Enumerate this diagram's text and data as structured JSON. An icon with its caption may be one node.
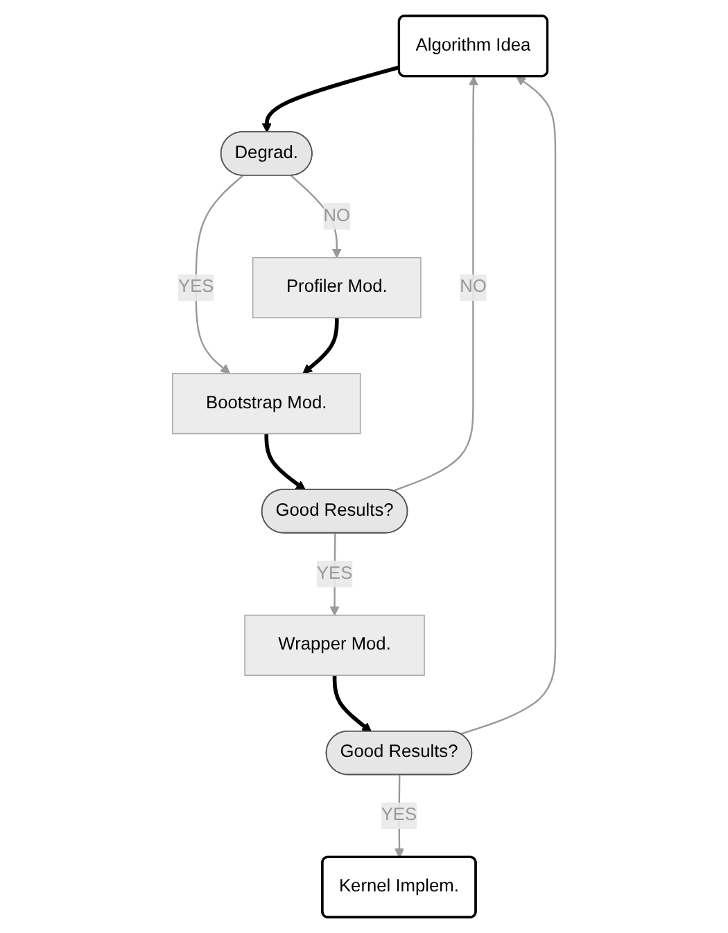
{
  "diagram": {
    "nodes": [
      {
        "text": [
          "Algorithm Idea"
        ]
      },
      {
        "text": [
          "Degrad."
        ]
      },
      {
        "text": [
          "Profiler Mod."
        ]
      },
      {
        "text": [
          "Bootstrap Mod."
        ]
      },
      {
        "text": [
          "Good Results?"
        ]
      },
      {
        "text": [
          "Wrapper Mod."
        ]
      },
      {
        "text": [
          "Good Results?"
        ]
      },
      {
        "text": [
          "Kernel Implem."
        ]
      }
    ],
    "edges": [
      {
        "from": 0,
        "to": 1,
        "arrow": "to",
        "style": "thick",
        "color": "#000000"
      },
      {
        "from": 1,
        "to": 2,
        "arrow": "to",
        "label": "NO"
      },
      {
        "from": 1,
        "to": 3,
        "arrow": "to",
        "label": "YES"
      },
      {
        "from": 2,
        "to": 3,
        "arrow": "to",
        "style": "thick",
        "color": "#000000"
      },
      {
        "from": 3,
        "to": 4,
        "arrow": "to",
        "style": "thick",
        "color": "#000000"
      },
      {
        "from": 4,
        "to": 5,
        "arrow": "to",
        "label": "YES"
      },
      {
        "from": 4,
        "to": 0,
        "arrow": "to",
        "label": "NO"
      },
      {
        "from": 5,
        "to": 6,
        "arrow": "to",
        "style": "thick",
        "color": "#000000"
      },
      {
        "from": 6,
        "to": 7,
        "arrow": "to",
        "label": "YES"
      },
      {
        "from": 6,
        "to": 0,
        "arrow": "to"
      }
    ]
  }
}
